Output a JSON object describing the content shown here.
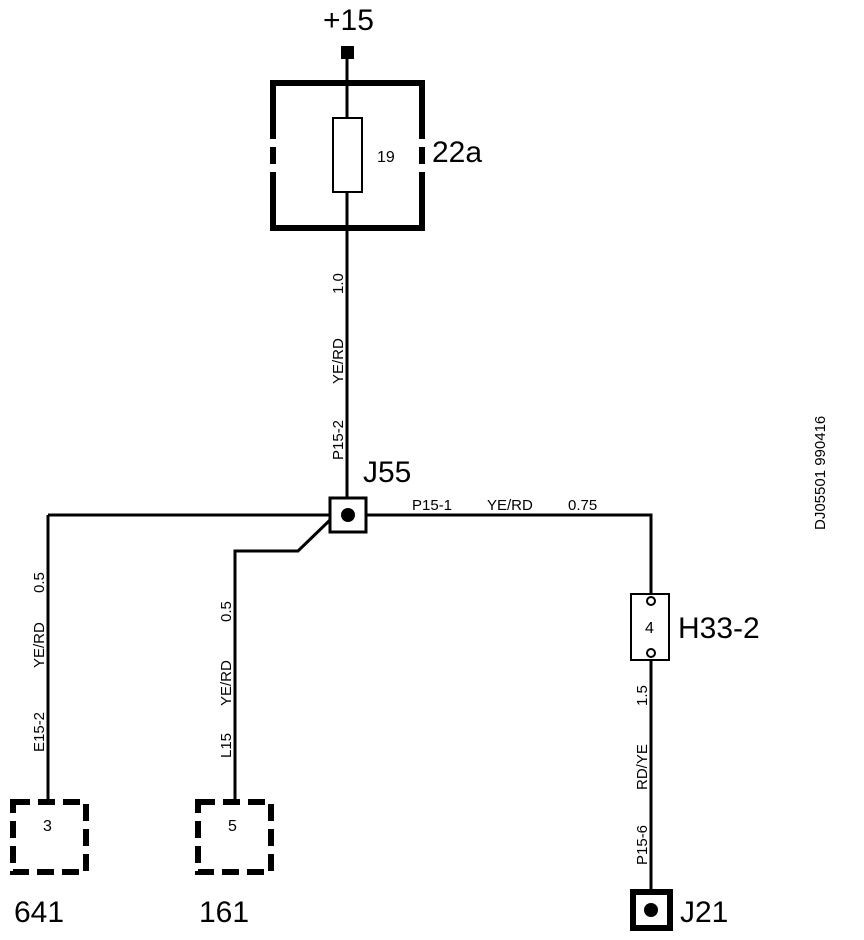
{
  "supply": {
    "label": "+15"
  },
  "fuse_box": {
    "id": "22a",
    "fuse_number": "19"
  },
  "vertical_wire": {
    "code": "P15-2",
    "color": "YE/RD",
    "size": "1.0"
  },
  "junction_main": {
    "id": "J55"
  },
  "right_wire": {
    "code": "P15-1",
    "color": "YE/RD",
    "size": "0.75"
  },
  "connector_h33": {
    "id": "H33-2",
    "pin": "4"
  },
  "right_lower_wire": {
    "code": "P15-6",
    "color": "RD/YE",
    "size": "1.5"
  },
  "junction_bottom": {
    "id": "J21"
  },
  "left_wire": {
    "code": "E15-2",
    "color": "YE/RD",
    "size": "0.5"
  },
  "mid_wire": {
    "code": "L15",
    "color": "YE/RD",
    "size": "0.5"
  },
  "component_641": {
    "id": "641",
    "pin": "3"
  },
  "component_161": {
    "id": "161",
    "pin": "5"
  },
  "drawing_ref": "DJ05501 990416"
}
